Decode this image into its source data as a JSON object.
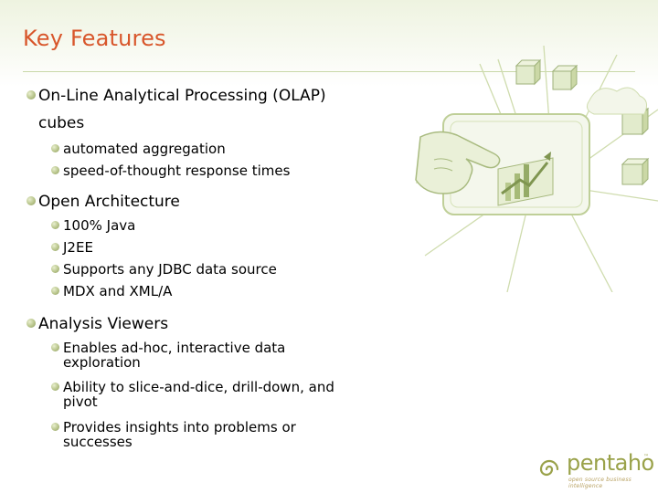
{
  "slide": {
    "title": "Key Features",
    "sections": [
      {
        "heading_line1": "On-Line Analytical Processing (OLAP)",
        "heading_line2": "cubes",
        "items": [
          "automated aggregation",
          "speed-of-thought response times"
        ]
      },
      {
        "heading": "Open Architecture",
        "items": [
          "100% Java",
          "J2EE",
          "Supports any JDBC data source",
          "MDX and XML/A"
        ]
      },
      {
        "heading": "Analysis Viewers",
        "items": [
          {
            "line1": "Enables ad-hoc, interactive data",
            "line2": "exploration"
          },
          {
            "line1": "Ability to slice-and-dice, drill-down, and",
            "line2": "pivot"
          },
          {
            "line1": "Provides insights into problems or",
            "line2": "successes"
          }
        ]
      }
    ]
  },
  "logo": {
    "name": "pentaho",
    "tm": "™",
    "tagline": "open source business intelligence"
  },
  "colors": {
    "title": "#d8562b",
    "bullet": "#b7c48a",
    "illustration_green": "#c9d8a8",
    "logo": "#9aa24a"
  },
  "icons": {
    "illustration": "hand-pointing-at-chart-illustration",
    "logo_mark": "pentaho-spiral-icon"
  }
}
